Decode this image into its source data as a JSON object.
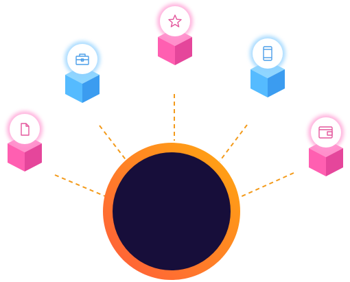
{
  "hub": {
    "ring_color_start": "#ff5a3c",
    "ring_color_end": "#ffaa0f",
    "core_color": "#170e3a"
  },
  "connector_color": "#f39a1a",
  "palette": {
    "pink": {
      "top": "#ff8fcb",
      "left": "#ff5fb1",
      "right": "#e5469b",
      "glow": "#ff9ad2",
      "icon": "#e3569c"
    },
    "blue": {
      "top": "#8fd6ff",
      "left": "#55bbff",
      "right": "#3b9cf0",
      "glow": "#8fd0ff",
      "icon": "#4a9de8"
    }
  },
  "nodes": [
    {
      "id": "document",
      "icon": "document-icon",
      "color": "pink"
    },
    {
      "id": "briefcase",
      "icon": "briefcase-icon",
      "color": "blue"
    },
    {
      "id": "star",
      "icon": "star-icon",
      "color": "pink"
    },
    {
      "id": "mobile",
      "icon": "mobile-icon",
      "color": "blue"
    },
    {
      "id": "wallet",
      "icon": "wallet-icon",
      "color": "pink"
    }
  ]
}
